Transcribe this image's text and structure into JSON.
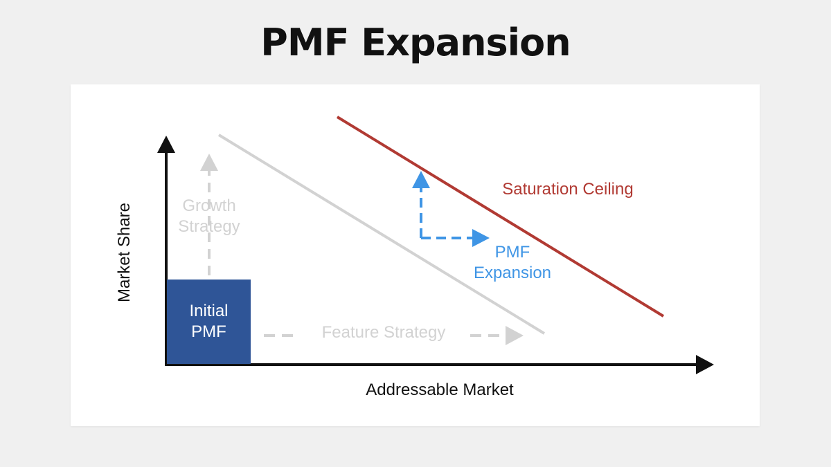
{
  "title": "PMF Expansion",
  "diagram": {
    "x_axis_label": "Addressable Market",
    "y_axis_label": "Market Share",
    "initial_pmf_label": "Initial\nPMF",
    "growth_strategy_label": "Growth\nStrategy",
    "feature_strategy_label": "Feature Strategy",
    "saturation_ceiling_label": "Saturation Ceiling",
    "pmf_expansion_label": "PMF\nExpansion"
  },
  "colors": {
    "initial_pmf_fill": "#2f5597",
    "saturation_ceiling": "#b13a33",
    "pmf_expansion": "#3f95e5",
    "faded_strategy": "#d2d2d2",
    "axis": "#111111"
  }
}
